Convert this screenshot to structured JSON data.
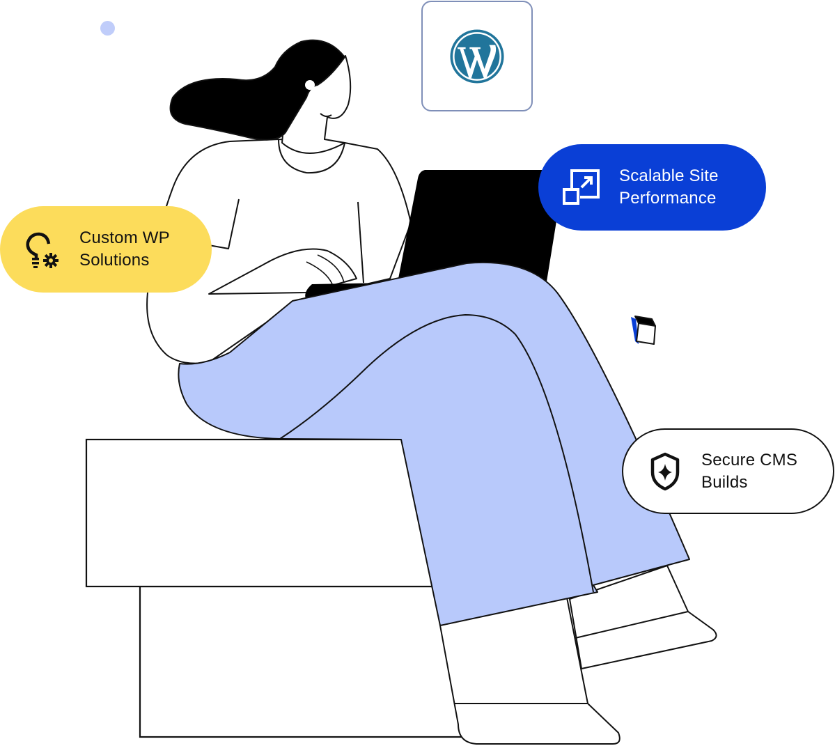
{
  "illustration": {
    "subject": "Woman sitting on stacked boxes working on a laptop",
    "colors": {
      "pants": "#b8c9fb",
      "outline": "#111111",
      "hair": "#000000",
      "laptop": "#000000",
      "yellow_badge": "#fcdc5b",
      "blue_badge": "#0a3fd6",
      "wordpress_blue": "#21759b",
      "dot": "#c0cdfa",
      "cube_side": "#0a3fd6"
    }
  },
  "badges": [
    {
      "label_line1": "Custom WP",
      "label_line2": "Solutions",
      "icon": "lightbulb-gear-icon"
    },
    {
      "label_line1": "Scalable Site",
      "label_line2": "Performance",
      "icon": "scale-expand-icon"
    },
    {
      "label_line1": "Secure CMS",
      "label_line2": "Builds",
      "icon": "shield-sparkle-icon"
    }
  ],
  "logo": {
    "name": "WordPress",
    "icon": "wordpress-logo-icon"
  }
}
